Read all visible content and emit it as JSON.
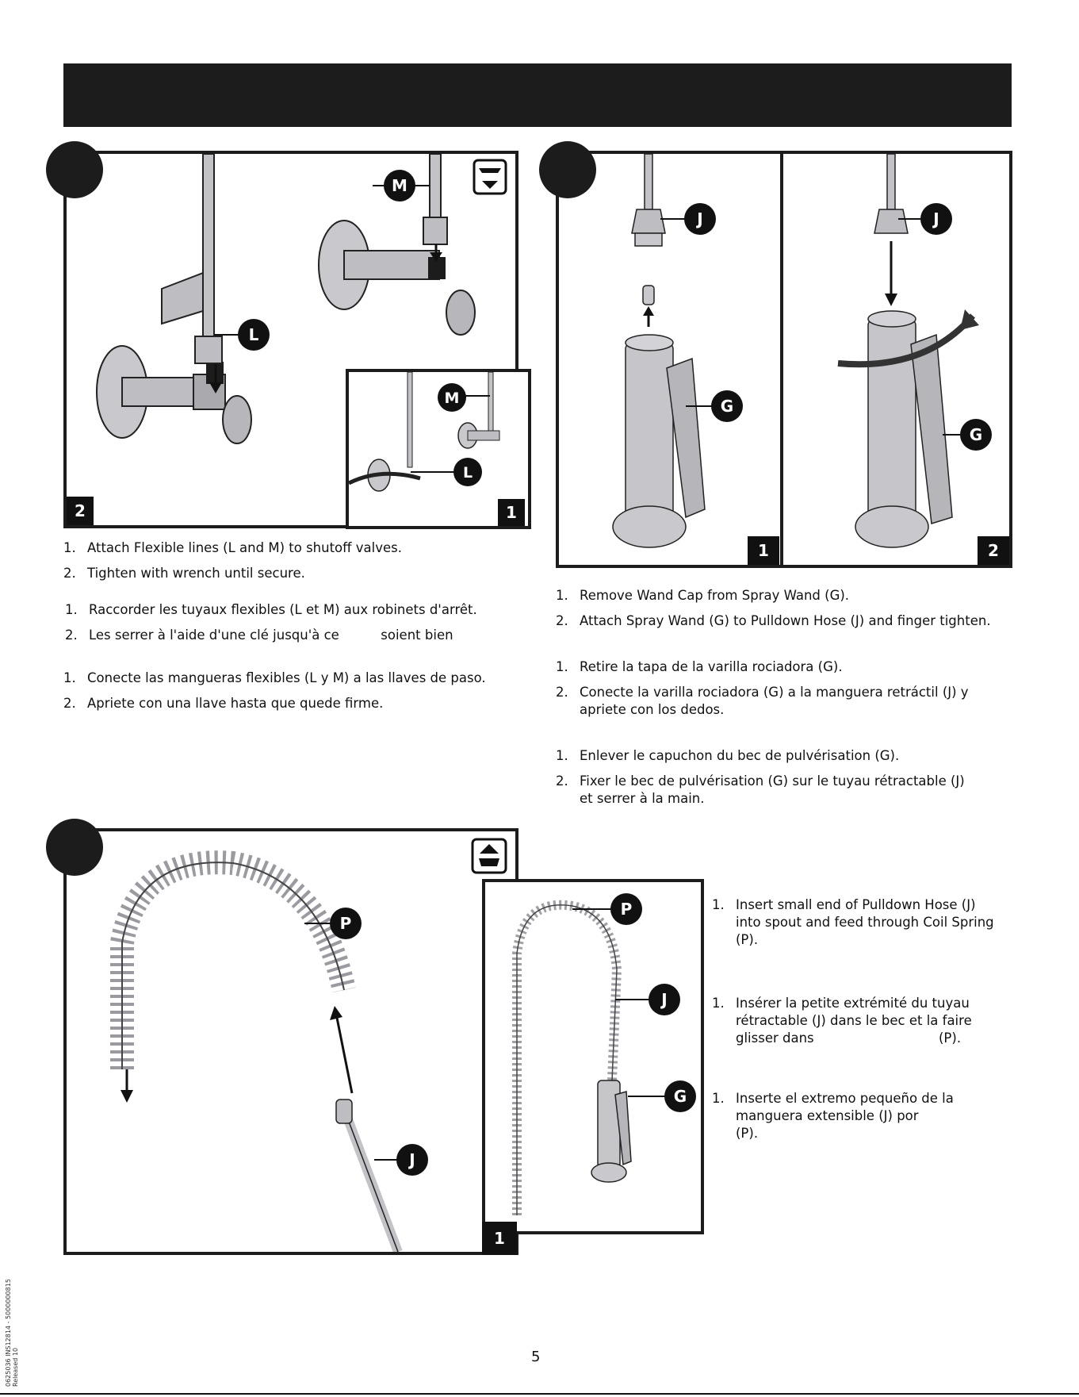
{
  "panel_a": {
    "frame_labels": [
      "2",
      "1"
    ],
    "callouts": [
      "M",
      "L",
      "M",
      "L"
    ],
    "icon": "water-off-icon",
    "en": [
      "Attach Flexible lines (L and M) to shutoff valves.",
      "Tighten with wrench until secure."
    ],
    "fr": [
      "Raccorder les tuyaux flexibles (L et M) aux robinets d'arrêt.",
      "Les serrer à l'aide d'une clé jusqu'à ce          soient bien"
    ],
    "es": [
      "Conecte las mangueras flexibles (L y M) a las llaves de paso.",
      "Apriete con una llave hasta que quede firme."
    ]
  },
  "panel_b": {
    "frame_labels": [
      "1",
      "2"
    ],
    "callouts": [
      "J",
      "G",
      "J",
      "G"
    ],
    "en": [
      "Remove Wand Cap from Spray Wand (G).",
      "Attach Spray Wand (G) to Pulldown Hose (J) and finger tighten."
    ],
    "es": [
      "Retire la tapa de la varilla rociadora (G).",
      "Conecte la varilla rociadora (G) a la manguera retráctil (J) y apriete con los dedos."
    ],
    "fr": [
      "Enlever le capuchon du bec de pulvérisation (G).",
      "Fixer le bec de pulvérisation (G) sur le tuyau rétractable (J) et serrer à la main."
    ]
  },
  "panel_c": {
    "frame_labels": [
      "1"
    ],
    "callouts": [
      "P",
      "J",
      "P",
      "J",
      "G"
    ],
    "icon": "water-on-icon",
    "en": [
      "Insert small end of Pulldown Hose (J) into spout and feed through Coil Spring (P)."
    ],
    "fr": [
      "Insérer la petite extrémité du tuyau rétractable (J) dans le bec et la faire glisser dans                              (P)."
    ],
    "es": [
      "Inserte el extremo pequeño de la manguera extensible (J) por                     (P)."
    ]
  },
  "numbers": [
    "1.",
    "2."
  ],
  "page_number": "5",
  "side_note": [
    "0625036  INS12814 - 5000000815",
    "Released 10"
  ]
}
